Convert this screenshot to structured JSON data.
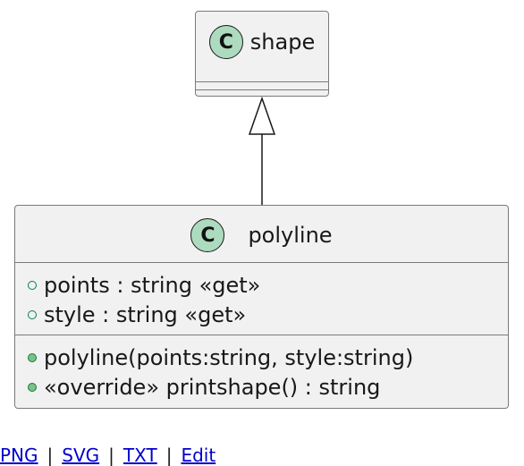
{
  "diagram": {
    "classes": [
      {
        "id": "shape",
        "name": "shape",
        "stereotype_letter": "C",
        "fields": [],
        "methods": []
      },
      {
        "id": "polyline",
        "name": "polyline",
        "stereotype_letter": "C",
        "fields": [
          "points : string «get»",
          "style : string «get»"
        ],
        "methods": [
          "polyline(points:string, style:string)",
          "«override» printshape() : string"
        ]
      }
    ],
    "relations": [
      {
        "type": "inheritance",
        "from": "polyline",
        "to": "shape"
      }
    ]
  },
  "footer": {
    "links": [
      "PNG",
      "SVG",
      "TXT",
      "Edit"
    ],
    "separator": "|"
  },
  "colors": {
    "box_fill": "#f1f1f1",
    "box_border": "#7a7a7a",
    "badge_fill": "#addbbf",
    "visibility_green": "#038048",
    "link_blue": "#0000cc"
  }
}
